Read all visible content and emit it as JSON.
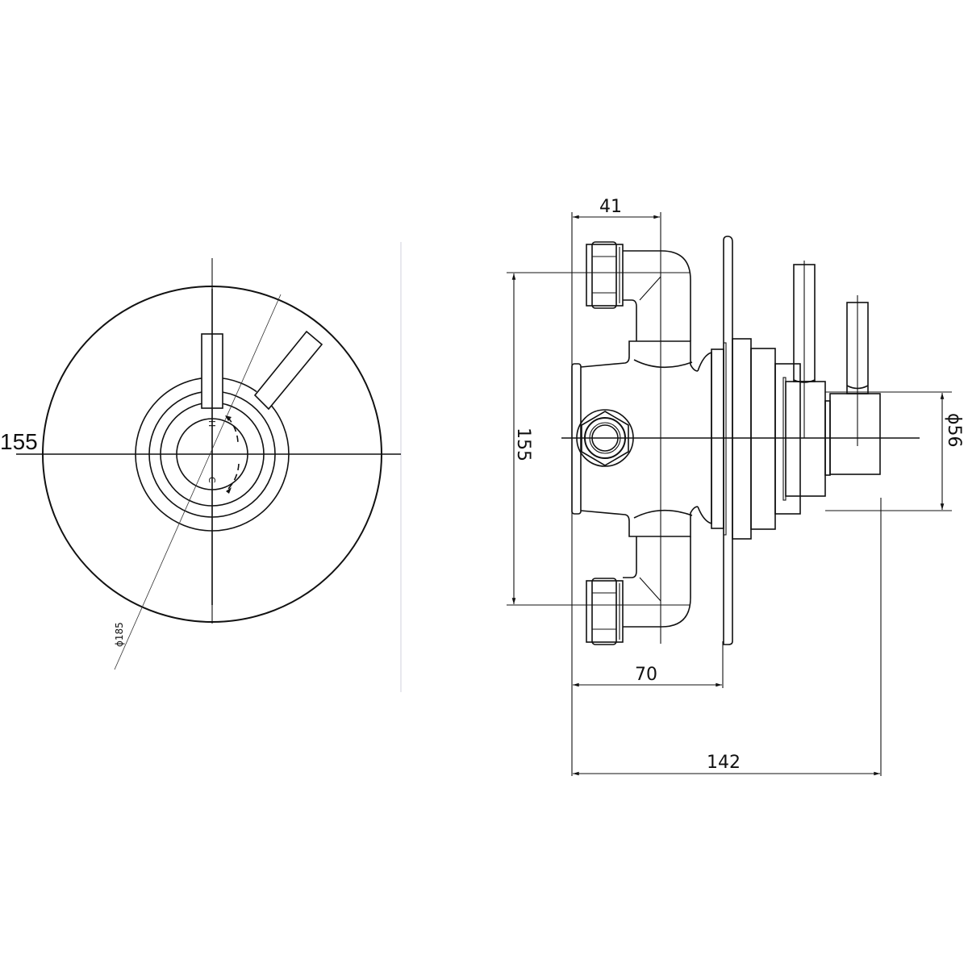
{
  "drawing": {
    "front_view": {
      "dimension_height_label": "155",
      "diameter_label": "ϕ185",
      "hot_label": "H",
      "cold_label": "C"
    },
    "side_view": {
      "dimension_depth_pipe_label": "41",
      "dimension_height_label": "155",
      "dimension_handle_diameter_label": "ϕ56",
      "dimension_plate_depth_label": "70",
      "dimension_total_depth_label": "142"
    },
    "colors": {
      "line": "#111111",
      "background": "#ffffff",
      "frame_line": "#e8e8ee"
    }
  }
}
